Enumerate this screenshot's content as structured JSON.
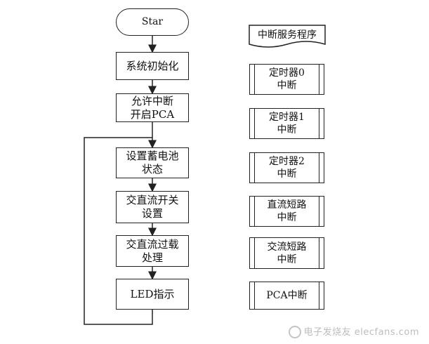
{
  "flowchart": {
    "start": "Star",
    "steps": [
      "系统初始化",
      "允许中断\n开启PCA",
      "设置蓄电池\n状态",
      "交直流开关\n设置",
      "交直流过载\n处理",
      "LED指示"
    ]
  },
  "isr": {
    "title": "中断服务程序",
    "items": [
      "定时器0\n中断",
      "定时器1\n中断",
      "定时器2\n中断",
      "直流短路\n中断",
      "交流短路\n中断",
      "PCA中断"
    ]
  },
  "watermark": "电子发烧友 elecfans.com"
}
